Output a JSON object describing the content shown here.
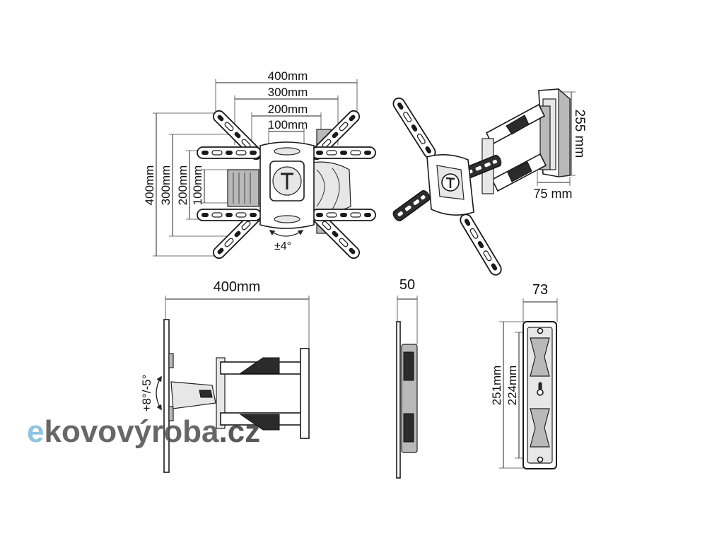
{
  "front_view": {
    "width_dimensions": [
      "400mm",
      "300mm",
      "200mm",
      "100mm"
    ],
    "height_dimensions": [
      "400mm",
      "300mm",
      "200mm",
      "100mm"
    ],
    "rotation": "±4°"
  },
  "perspective_view": {
    "height": "255 mm",
    "depth": "75 mm"
  },
  "side_view": {
    "width": "400mm",
    "tilt": "+8°/-5°"
  },
  "profile_view": {
    "depth": "50"
  },
  "wall_plate_view": {
    "width": "73",
    "outer_height": "251mm",
    "inner_height": "224mm"
  },
  "watermark": {
    "prefix": "e",
    "main": "kovovýroba",
    "suffix": ".cz",
    "colors": {
      "prefix": "#7db8df",
      "main": "#4d4d4d",
      "suffix": "#3a3a3a"
    }
  }
}
